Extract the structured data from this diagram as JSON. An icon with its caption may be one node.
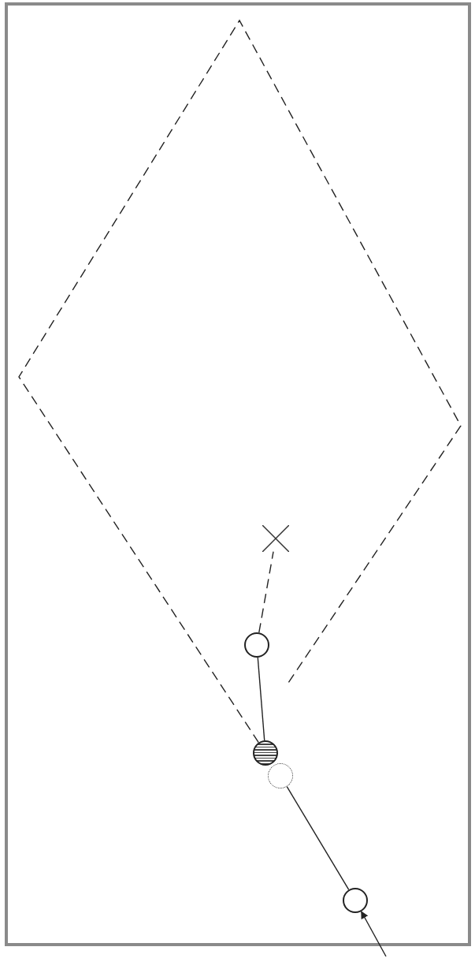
{
  "diagram": {
    "nodes": [
      {
        "text": [],
        "shape": "cross"
      },
      {
        "text": [],
        "shape": "circle"
      },
      {
        "text": [],
        "shape": "circle"
      },
      {
        "text": [],
        "shape": "circle"
      },
      {
        "text": [],
        "shape": "circle"
      }
    ],
    "edges": [
      {
        "from": 1,
        "to": 0,
        "arrow": "none",
        "style": "dashed"
      },
      {
        "from": 1,
        "to": 2,
        "arrow": "none"
      },
      {
        "from": 3,
        "to": 4,
        "arrow": "none"
      },
      {
        "from": null,
        "to": 4,
        "arrow": "to"
      },
      {
        "from": 2,
        "to": null,
        "arrow": "none",
        "style": "dashed"
      }
    ]
  }
}
